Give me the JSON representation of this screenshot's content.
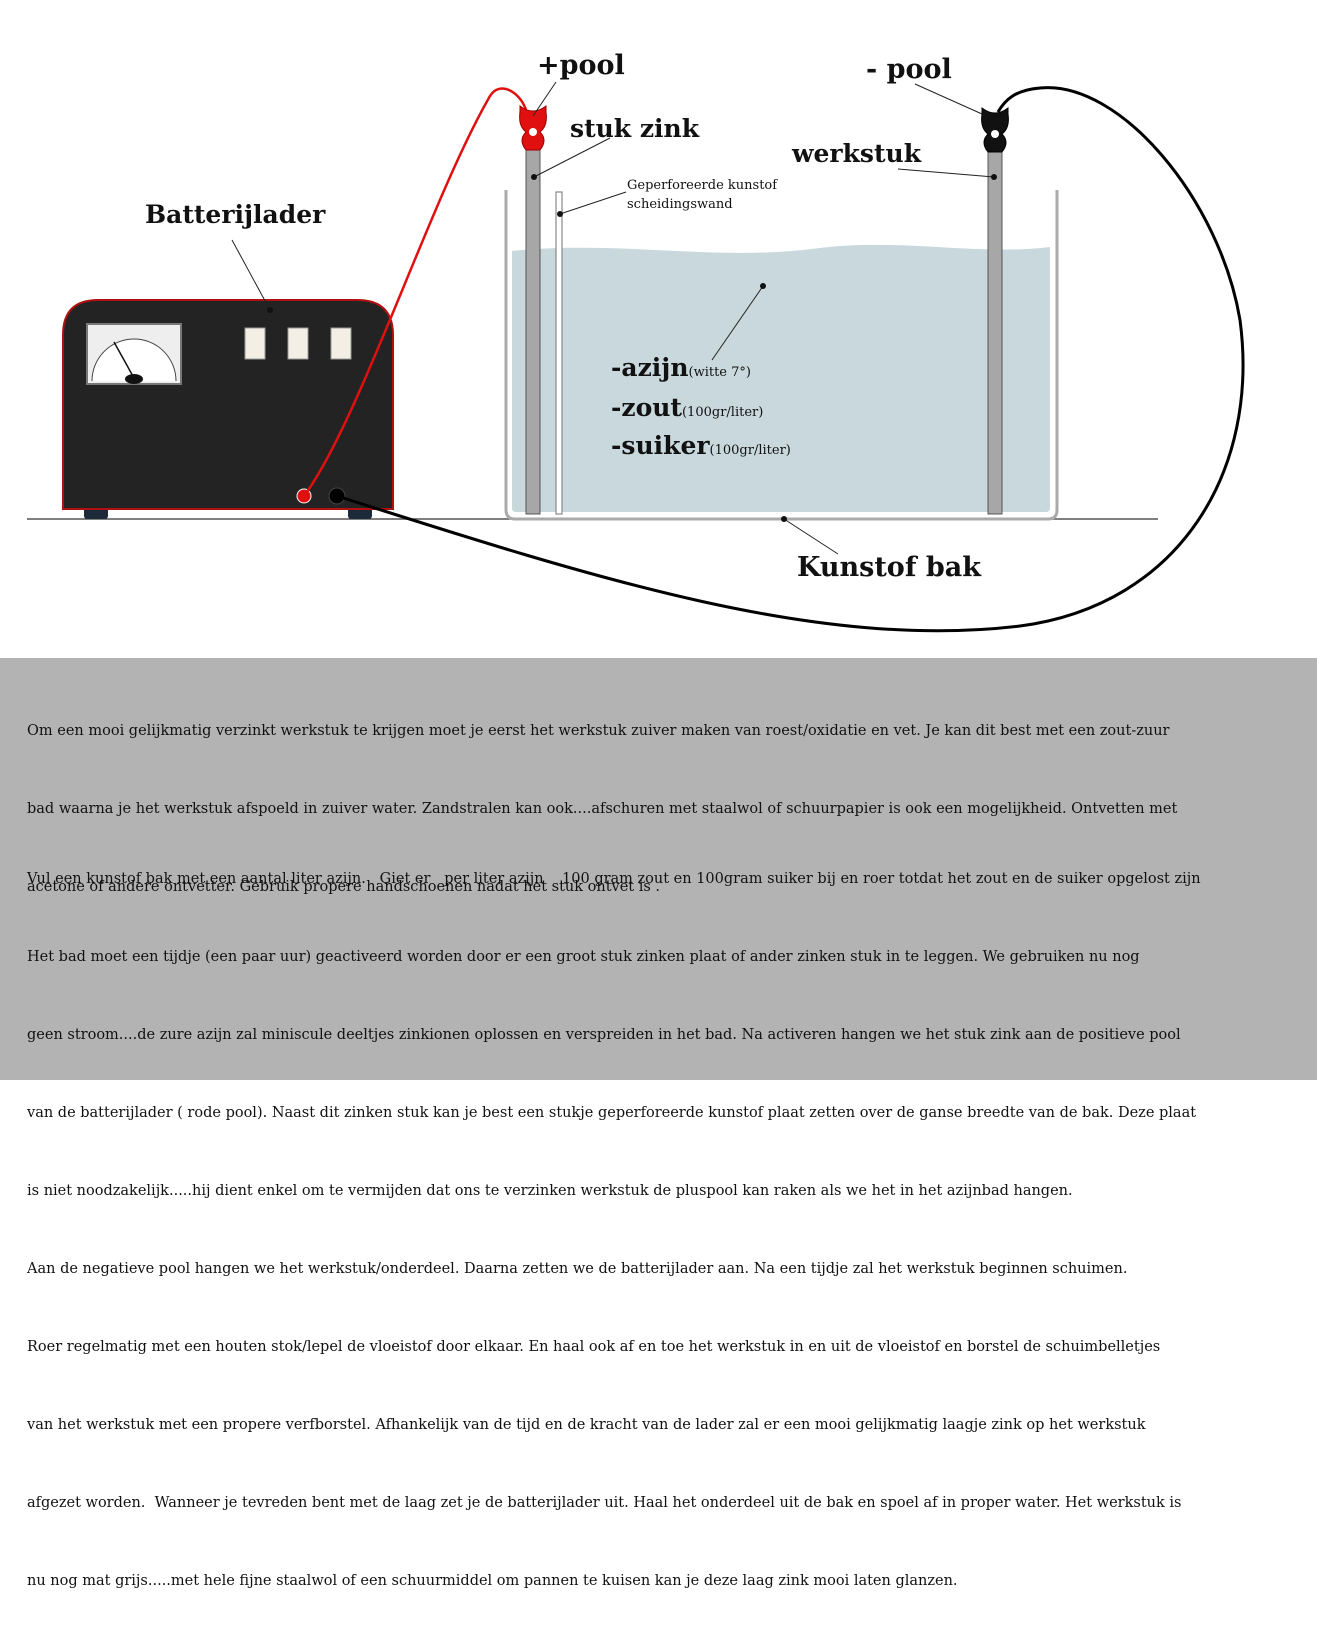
{
  "diagram": {
    "labels": {
      "plus_pool": "+pool",
      "minus_pool": "- pool",
      "stuk_zink": "stuk zink",
      "werkstuk": "werkstuk",
      "batterijlader": "Batterijlader",
      "scheidingswand_line1": "Geperforeerde kunstof",
      "scheidingswand_line2": "scheidingswand",
      "kunstof_bak": "Kunstof bak"
    },
    "ingredients": [
      {
        "name": "-azijn",
        "note": "(witte 7°)"
      },
      {
        "name": "-zout",
        "note": "(100gr/liter)"
      },
      {
        "name": "-suiker",
        "note": "(100gr/liter)"
      }
    ],
    "colors": {
      "charger_body": "#232323",
      "charger_edge": "#b01010",
      "positive_cable": "#e01010",
      "negative_cable": "#000000",
      "water": "#c8d8dd",
      "rod": "#a7a7a7"
    }
  },
  "text_panel": {
    "paragraph1": [
      "Om een mooi gelijkmatig verzinkt werkstuk te krijgen moet je eerst het werkstuk zuiver maken van roest/oxidatie en vet. Je kan dit best met een zout-zuur",
      "bad waarna je het werkstuk afspoeld in zuiver water. Zandstralen kan ook....afschuren met staalwol of schuurpapier is ook een mogelijkheid. Ontvetten met",
      "acetone of andere ontvetter. Gebruik propere handschoenen nadat het stuk ontvet is ."
    ],
    "paragraph2": [
      "Vul een kunstof bak met een aantal liter azijn.   Giet er   per liter azijn    100 gram zout en 100gram suiker bij en roer totdat het zout en de suiker opgelost zijn",
      "Het bad moet een tijdje (een paar uur) geactiveerd worden door er een groot stuk zinken plaat of ander zinken stuk in te leggen. We gebruiken nu nog",
      "geen stroom....de zure azijn zal miniscule deeltjes zinkionen oplossen en verspreiden in het bad. Na activeren hangen we het stuk zink aan de positieve pool",
      "van de batterijlader ( rode pool). Naast dit zinken stuk kan je best een stukje geperforeerde kunstof plaat zetten over de ganse breedte van de bak. Deze plaat",
      "is niet noodzakelijk.....hij dient enkel om te vermijden dat ons te verzinken werkstuk de pluspool kan raken als we het in het azijnbad hangen.",
      "Aan de negatieve pool hangen we het werkstuk/onderdeel. Daarna zetten we de batterijlader aan. Na een tijdje zal het werkstuk beginnen schuimen.",
      "Roer regelmatig met een houten stok/lepel de vloeistof door elkaar. En haal ook af en toe het werkstuk in en uit de vloeistof en borstel de schuimbelletjes",
      "van het werkstuk met een propere verfborstel. Afhankelijk van de tijd en de kracht van de lader zal er een mooi gelijkmatig laagje zink op het werkstuk",
      "afgezet worden.  Wanneer je tevreden bent met de laag zet je de batterijlader uit. Haal het onderdeel uit de bak en spoel af in proper water. Het werkstuk is",
      "nu nog mat grijs.....met hele fijne staalwol of een schuurmiddel om pannen te kuisen kan je deze laag zink mooi laten glanzen."
    ]
  }
}
